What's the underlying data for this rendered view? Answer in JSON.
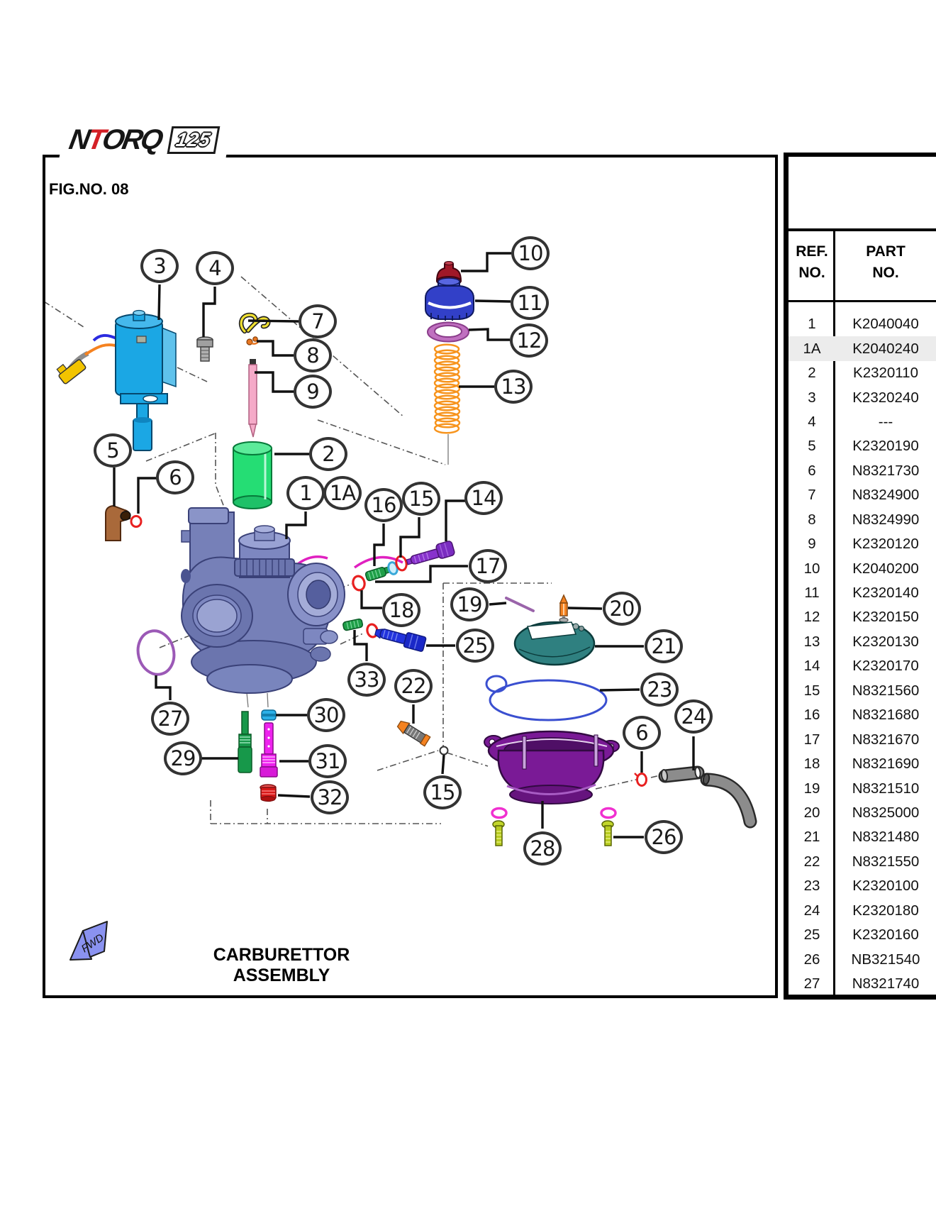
{
  "logo": {
    "part1": "N",
    "part2": "T",
    "part3": "ORQ",
    "badge": "125"
  },
  "figure_label": "FIG.NO. 08",
  "title": "CARBURETTOR ASSEMBLY",
  "diagram": {
    "fwd_label": "FWD",
    "callouts": [
      {
        "label": "3"
      },
      {
        "label": "4"
      },
      {
        "label": "7"
      },
      {
        "label": "8"
      },
      {
        "label": "9"
      },
      {
        "label": "10"
      },
      {
        "label": "11"
      },
      {
        "label": "12"
      },
      {
        "label": "13"
      },
      {
        "label": "5"
      },
      {
        "label": "6"
      },
      {
        "label": "2"
      },
      {
        "label": "1"
      },
      {
        "label": "1A"
      },
      {
        "label": "16"
      },
      {
        "label": "15"
      },
      {
        "label": "14"
      },
      {
        "label": "17"
      },
      {
        "label": "18"
      },
      {
        "label": "19"
      },
      {
        "label": "20"
      },
      {
        "label": "25"
      },
      {
        "label": "21"
      },
      {
        "label": "33"
      },
      {
        "label": "22"
      },
      {
        "label": "23"
      },
      {
        "label": "27"
      },
      {
        "label": "30"
      },
      {
        "label": "29"
      },
      {
        "label": "31"
      },
      {
        "label": "32"
      },
      {
        "label": "15"
      },
      {
        "label": "28"
      },
      {
        "label": "26"
      },
      {
        "label": "6"
      },
      {
        "label": "24"
      }
    ]
  },
  "parts_table": {
    "headers": [
      {
        "line1": "REF.",
        "line2": "NO."
      },
      {
        "line1": "PART",
        "line2": "NO."
      }
    ],
    "rows": [
      {
        "ref": "1",
        "part": "K2040040",
        "highlight": false
      },
      {
        "ref": "1A",
        "part": "K2040240",
        "highlight": true
      },
      {
        "ref": "2",
        "part": "K2320110",
        "highlight": false
      },
      {
        "ref": "3",
        "part": "K2320240",
        "highlight": false
      },
      {
        "ref": "4",
        "part": "---",
        "highlight": false
      },
      {
        "ref": "5",
        "part": "K2320190",
        "highlight": false
      },
      {
        "ref": "6",
        "part": "N8321730",
        "highlight": false
      },
      {
        "ref": "7",
        "part": "N8324900",
        "highlight": false
      },
      {
        "ref": "8",
        "part": "N8324990",
        "highlight": false
      },
      {
        "ref": "9",
        "part": "K2320120",
        "highlight": false
      },
      {
        "ref": "10",
        "part": "K2040200",
        "highlight": false
      },
      {
        "ref": "11",
        "part": "K2320140",
        "highlight": false
      },
      {
        "ref": "12",
        "part": "K2320150",
        "highlight": false
      },
      {
        "ref": "13",
        "part": "K2320130",
        "highlight": false
      },
      {
        "ref": "14",
        "part": "K2320170",
        "highlight": false
      },
      {
        "ref": "15",
        "part": "N8321560",
        "highlight": false
      },
      {
        "ref": "16",
        "part": "N8321680",
        "highlight": false
      },
      {
        "ref": "17",
        "part": "N8321670",
        "highlight": false
      },
      {
        "ref": "18",
        "part": "N8321690",
        "highlight": false
      },
      {
        "ref": "19",
        "part": "N8321510",
        "highlight": false
      },
      {
        "ref": "20",
        "part": "N8325000",
        "highlight": false
      },
      {
        "ref": "21",
        "part": "N8321480",
        "highlight": false
      },
      {
        "ref": "22",
        "part": "N8321550",
        "highlight": false
      },
      {
        "ref": "23",
        "part": "K2320100",
        "highlight": false
      },
      {
        "ref": "24",
        "part": "K2320180",
        "highlight": false
      },
      {
        "ref": "25",
        "part": "K2320160",
        "highlight": false
      },
      {
        "ref": "26",
        "part": "NB321540",
        "highlight": false
      },
      {
        "ref": "27",
        "part": "N8321740",
        "highlight": false
      }
    ]
  },
  "colors": {
    "accent_red": "#d42027",
    "solenoid_blue": "#1ba7e4",
    "slide_green": "#25dd74",
    "body_periwinkle": "#7680b8",
    "bowl_purple": "#7a1a96",
    "spring_orange": "#f7941d",
    "float_teal": "#2f8080",
    "gasket_blue": "#3a4fd0",
    "hose_gray": "#8c8c8c"
  }
}
